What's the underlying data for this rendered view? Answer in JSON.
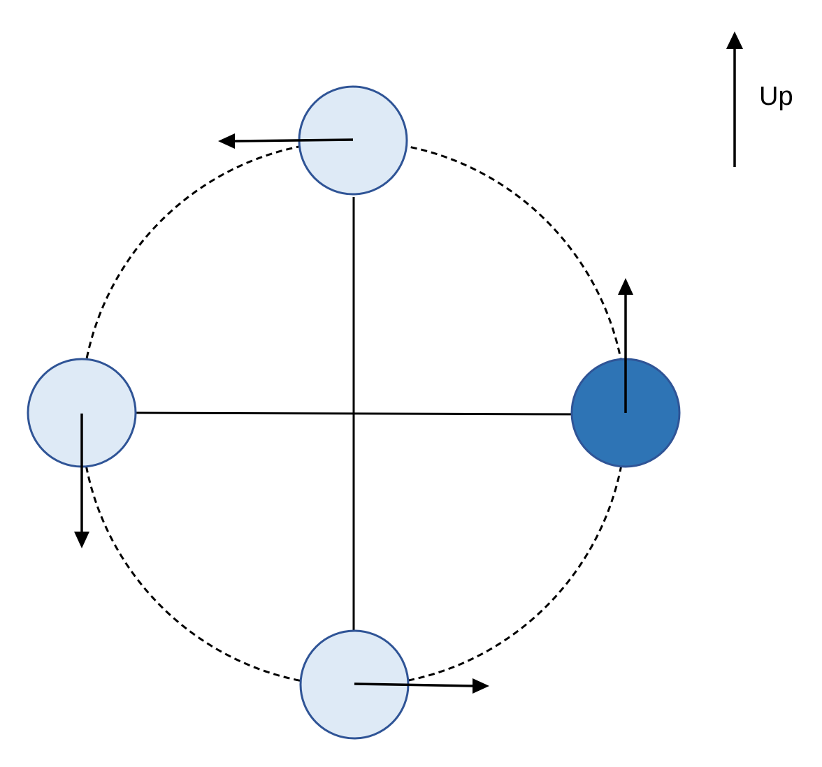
{
  "legend": {
    "label": "Up",
    "icon": "up-arrow-icon"
  },
  "colors": {
    "ball_light_fill": "#DEEAF6",
    "ball_dark_fill": "#2E74B5",
    "ball_stroke": "#2F5496",
    "line": "#000000"
  },
  "balls": [
    {
      "position": "top",
      "shaded": false,
      "velocity": "left"
    },
    {
      "position": "right",
      "shaded": true,
      "velocity": "up"
    },
    {
      "position": "bottom",
      "shaded": false,
      "velocity": "right"
    },
    {
      "position": "left",
      "shaded": false,
      "velocity": "down"
    }
  ]
}
